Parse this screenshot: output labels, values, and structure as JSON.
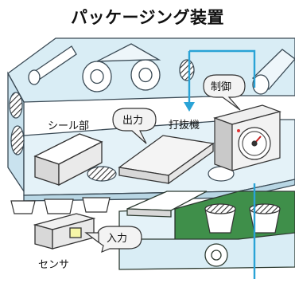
{
  "title": "パッケージング装置",
  "labels": {
    "seal_unit": "シール部",
    "output": "出力",
    "punch_machine": "打抜機",
    "control": "制御",
    "input": "入力",
    "sensor": "センサ"
  },
  "colors": {
    "machine_fill": "#d9edf5",
    "machine_stroke": "#3a4a55",
    "block_fill": "#f2f2f2",
    "conveyor_green": "#3f8f4a",
    "signal_line": "#2aa3d6",
    "bubble_fill": "#f3f3f3"
  },
  "icons": {
    "timer_controller": "timer-dial-icon",
    "signal_arrow": "down-arrow-icon"
  }
}
